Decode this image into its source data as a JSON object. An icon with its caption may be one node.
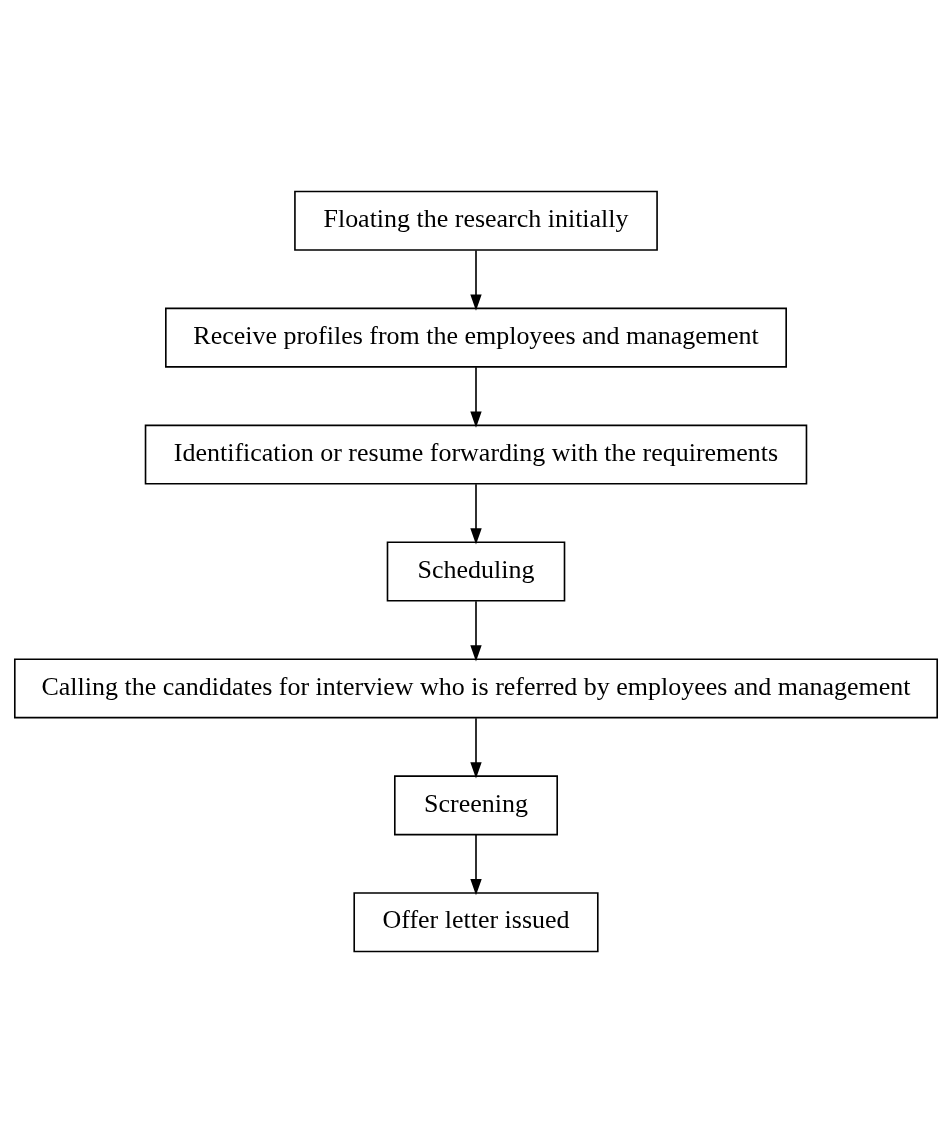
{
  "diagram": {
    "nodes": [
      {
        "text": [
          "Floating the research initially"
        ]
      },
      {
        "text": [
          "Receive profiles from the employees and management"
        ]
      },
      {
        "text": [
          "Identification or resume forwarding with the requirements"
        ]
      },
      {
        "text": [
          "Scheduling"
        ]
      },
      {
        "text": [
          "Calling the candidates for interview who is referred by employees and management"
        ]
      },
      {
        "text": [
          "Screening"
        ]
      },
      {
        "text": [
          "Offer letter issued"
        ]
      }
    ],
    "edges": [
      {
        "from": 0,
        "to": 1,
        "arrow": "to"
      },
      {
        "from": 1,
        "to": 2,
        "arrow": "to"
      },
      {
        "from": 2,
        "to": 3,
        "arrow": "to"
      },
      {
        "from": 3,
        "to": 4,
        "arrow": "to"
      },
      {
        "from": 4,
        "to": 5,
        "arrow": "to"
      },
      {
        "from": 5,
        "to": 6,
        "arrow": "to"
      }
    ]
  }
}
